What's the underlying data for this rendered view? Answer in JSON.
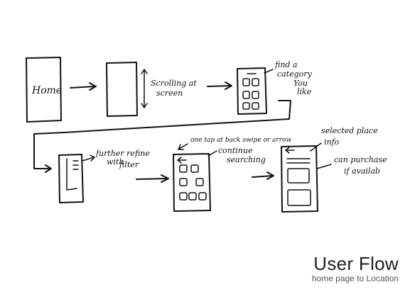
{
  "title": "User Flow",
  "subtitle": "home page to Location",
  "notes": {
    "home": "Home",
    "scroll": [
      "Scrolling at",
      "screen"
    ],
    "category": [
      "find a",
      "category",
      "You",
      "like"
    ],
    "refine": [
      "further refine",
      "with",
      "filter"
    ],
    "back": "one tap at back swipe or arrow",
    "continue": [
      "continue",
      "searching"
    ],
    "selected": [
      "selected place",
      "info"
    ],
    "purchase": [
      "can purchase",
      "if availab"
    ]
  }
}
